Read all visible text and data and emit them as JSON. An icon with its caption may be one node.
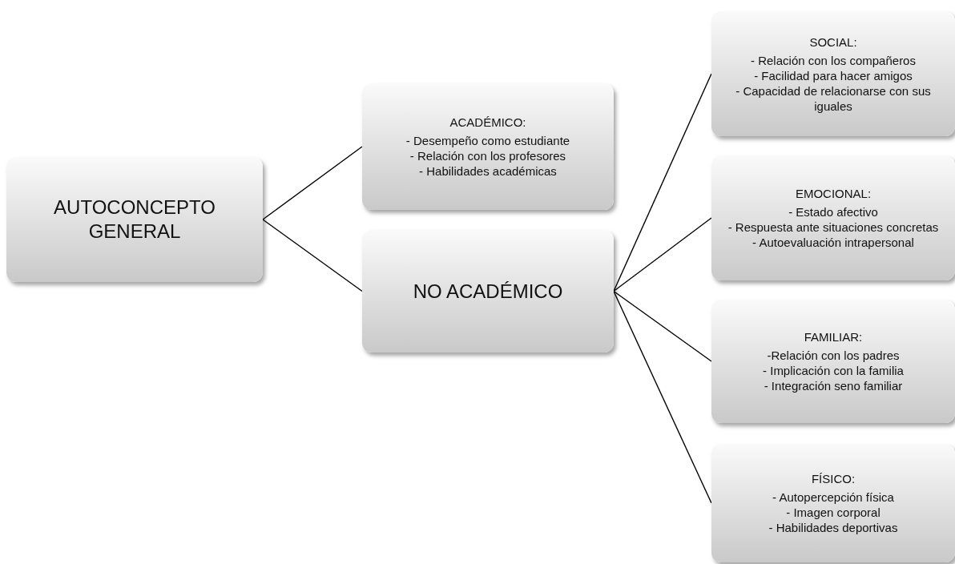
{
  "diagram": {
    "nodes": [
      {
        "text": [
          "AUTOCONCEPTO GENERAL"
        ]
      },
      {
        "text": [
          "ACADÉMICO:",
          "- Desempeño como estudiante",
          "- Relación con los profesores",
          "- Habilidades académicas"
        ]
      },
      {
        "text": [
          "NO ACADÉMICO"
        ]
      },
      {
        "text": [
          "SOCIAL:",
          "- Relación con los compañeros",
          "- Facilidad para hacer amigos",
          "- Capacidad de relacionarse con sus iguales"
        ]
      },
      {
        "text": [
          "EMOCIONAL:",
          "- Estado afectivo",
          "- Respuesta ante situaciones concretas",
          "- Autoevaluación intrapersonal"
        ]
      },
      {
        "text": [
          "FAMILIAR:",
          "-Relación con los padres",
          "- Implicación con la familia",
          "- Integración seno familiar"
        ]
      },
      {
        "text": [
          "FÍSICO:",
          "- Autopercepción física",
          "- Imagen corporal",
          "- Habilidades deportivas"
        ]
      }
    ],
    "edges": [
      {
        "from": 0,
        "to": 1,
        "arrow": "none"
      },
      {
        "from": 0,
        "to": 2,
        "arrow": "none"
      },
      {
        "from": 2,
        "to": 3,
        "arrow": "none"
      },
      {
        "from": 2,
        "to": 4,
        "arrow": "none"
      },
      {
        "from": 2,
        "to": 5,
        "arrow": "none"
      },
      {
        "from": 2,
        "to": 6,
        "arrow": "none"
      }
    ]
  }
}
